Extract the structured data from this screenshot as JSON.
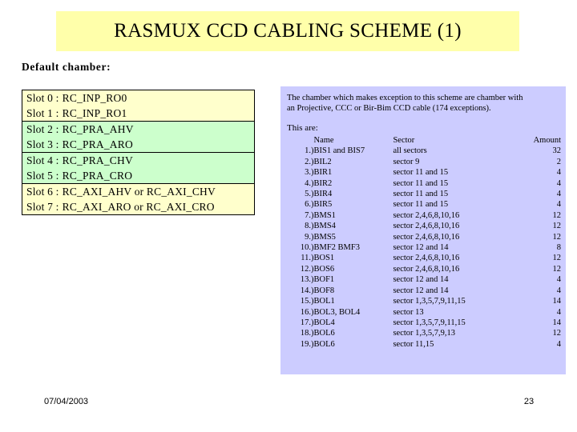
{
  "slide": {
    "title": "RASMUX CCD CABLING SCHEME (1)",
    "title_banner_color": "#ffffaa",
    "background_color": "#ffffff"
  },
  "left_section": {
    "heading": "Default chamber:",
    "table_border_color": "#000000",
    "colors": {
      "yellow": "#ffffcc",
      "green": "#ccffcc"
    },
    "rows": [
      {
        "slot": "Slot 0 :",
        "value": "RC_INP_RO0",
        "bg": "yellow",
        "group_start": true
      },
      {
        "slot": "Slot 1 :",
        "value": "RC_INP_RO1",
        "bg": "yellow",
        "group_start": false
      },
      {
        "slot": "Slot 2 :",
        "value": "RC_PRA_AHV",
        "bg": "green",
        "group_start": true
      },
      {
        "slot": "Slot 3 :",
        "value": "RC_PRA_ARO",
        "bg": "green",
        "group_start": false
      },
      {
        "slot": "Slot 4 :",
        "value": "RC_PRA_CHV",
        "bg": "green",
        "group_start": true
      },
      {
        "slot": "Slot 5 :",
        "value": "RC_PRA_CRO",
        "bg": "green",
        "group_start": false
      },
      {
        "slot": "Slot 6 :",
        "value": "RC_AXI_AHV or RC_AXI_CHV",
        "bg": "yellow",
        "group_start": true
      },
      {
        "slot": "Slot 7 :",
        "value": "RC_AXI_ARO or RC_AXI_CRO",
        "bg": "yellow",
        "group_start": false
      }
    ]
  },
  "right_panel": {
    "background_color": "#ccccff",
    "intro_line_1": "The chamber which makes exception to this scheme are chamber with",
    "intro_line_2": "an Projective, CCC or Bir-Bim CCD cable (174 exceptions).",
    "list_intro": "This are:",
    "headers": {
      "index": "",
      "name": "Name",
      "sector": "Sector",
      "amount": "Amount"
    },
    "exceptions": [
      {
        "index": "1.)",
        "name": "BIS1 and BIS7",
        "sector": "all sectors",
        "amount": "32"
      },
      {
        "index": "2.)",
        "name": "BIL2",
        "sector": "sector 9",
        "amount": "2"
      },
      {
        "index": "3.)",
        "name": "BIR1",
        "sector": "sector 11 and 15",
        "amount": "4"
      },
      {
        "index": "4.)",
        "name": "BIR2",
        "sector": "sector 11 and 15",
        "amount": "4"
      },
      {
        "index": "5.)",
        "name": "BIR4",
        "sector": "sector 11 and 15",
        "amount": "4"
      },
      {
        "index": "6.)",
        "name": "BIR5",
        "sector": "sector 11 and 15",
        "amount": "4"
      },
      {
        "index": "7.)",
        "name": "BMS1",
        "sector": "sector 2,4,6,8,10,16",
        "amount": "12"
      },
      {
        "index": "8.)",
        "name": "BMS4",
        "sector": "sector 2,4,6,8,10,16",
        "amount": "12"
      },
      {
        "index": "9.)",
        "name": "BMS5",
        "sector": "sector 2,4,6,8,10,16",
        "amount": "12"
      },
      {
        "index": "10.)",
        "name": "BMF2 BMF3",
        "sector": "sector 12 and 14",
        "amount": "8"
      },
      {
        "index": "11.)",
        "name": "BOS1",
        "sector": "sector 2,4,6,8,10,16",
        "amount": "12"
      },
      {
        "index": "12.)",
        "name": "BOS6",
        "sector": "sector 2,4,6,8,10,16",
        "amount": "12"
      },
      {
        "index": "13.)",
        "name": "BOF1",
        "sector": "sector 12 and 14",
        "amount": "4"
      },
      {
        "index": "14.)",
        "name": "BOF8",
        "sector": "sector 12 and 14",
        "amount": "4"
      },
      {
        "index": "15.)",
        "name": "BOL1",
        "sector": "sector 1,3,5,7,9,11,15",
        "amount": "14"
      },
      {
        "index": "16.)",
        "name": "BOL3, BOL4",
        "sector": "sector 13",
        "amount": "4"
      },
      {
        "index": "17.)",
        "name": "BOL4",
        "sector": "sector 1,3,5,7,9,11,15",
        "amount": "14"
      },
      {
        "index": "18.)",
        "name": "BOL6",
        "sector": "sector 1,3,5,7,9,13",
        "amount": "12"
      },
      {
        "index": "19.)",
        "name": "BOL6",
        "sector": "sector 11,15",
        "amount": "4"
      }
    ]
  },
  "footer": {
    "date": "07/04/2003",
    "page_number": "23"
  }
}
